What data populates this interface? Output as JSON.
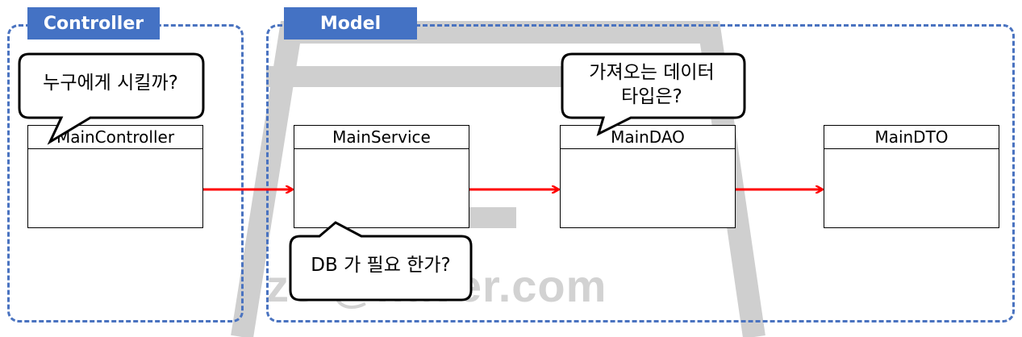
{
  "groups": {
    "controller": {
      "label": "Controller"
    },
    "model": {
      "label": "Model"
    }
  },
  "classes": {
    "controller": {
      "name": "MainController"
    },
    "service": {
      "name": "MainService"
    },
    "dao": {
      "name": "MainDAO"
    },
    "dto": {
      "name": "MainDTO"
    }
  },
  "callouts": {
    "who": {
      "text": "누구에게 시킬까?"
    },
    "db": {
      "text": "DB 가 필요 한가?"
    },
    "type": {
      "line1": "가져오는 데이터",
      "line2": "타입은?"
    }
  },
  "watermark": {
    "text": "zo      @naver.com"
  },
  "colors": {
    "group_border": "#4a73c0",
    "tab_fill": "#4472c4",
    "arrow": "#ff0000",
    "watermark": "#c8c8c8"
  }
}
